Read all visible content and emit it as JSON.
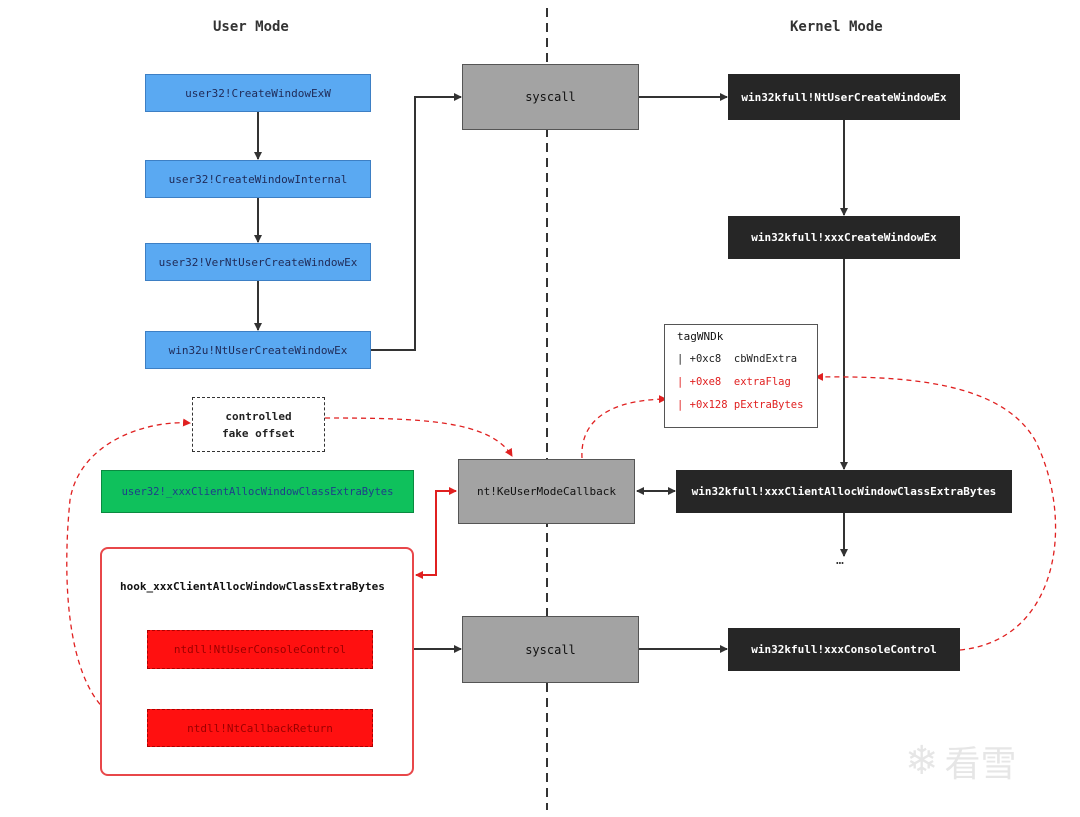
{
  "headers": {
    "user_mode": "User Mode",
    "kernel_mode": "Kernel Mode"
  },
  "user_chain": [
    "user32!CreateWindowExW",
    "user32!CreateWindowInternal",
    "user32!VerNtUserCreateWindowEx",
    "win32u!NtUserCreateWindowEx"
  ],
  "syscall_top": "syscall",
  "syscall_bottom": "syscall",
  "kernel": {
    "nt_user_create": "win32kfull!NtUserCreateWindowEx",
    "xxx_create": "win32kfull!xxxCreateWindowEx",
    "xxx_client_alloc": "win32kfull!xxxClientAllocWindowClassExtraBytes",
    "ellipsis": "…",
    "console_control": "win32kfull!xxxConsoleControl"
  },
  "ke_callback": "nt!KeUserModeCallback",
  "controlled": {
    "line1": "controlled",
    "line2": "fake offset"
  },
  "user_alloc": "user32!_xxxClientAllocWindowClassExtraBytes",
  "hook": {
    "title": "hook_xxxClientAllocWindowClassExtraBytes",
    "console": "ntdll!NtUserConsoleControl",
    "callback_return": "ntdll!NtCallbackReturn"
  },
  "tagwnd": {
    "title": "tagWNDk",
    "rows": [
      {
        "text": "| +0xc8  cbWndExtra",
        "color": "#222222"
      },
      {
        "text": "| +0xe8  extraFlag",
        "color": "#e02020"
      },
      {
        "text": "| +0x128 pExtraBytes",
        "color": "#e02020"
      }
    ]
  },
  "watermark": "看雪"
}
